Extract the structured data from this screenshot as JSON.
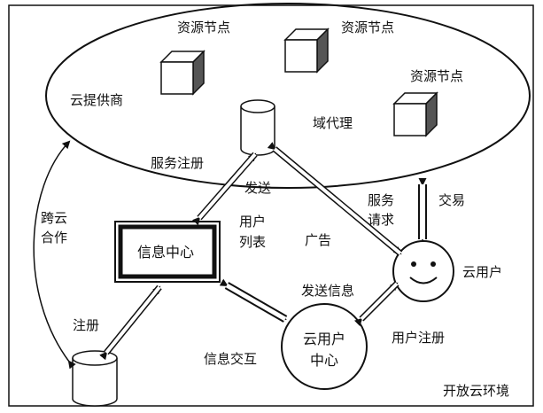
{
  "diagram": {
    "labels": {
      "resource_node_1": "资源节点",
      "resource_node_2": "资源节点",
      "resource_node_3": "资源节点",
      "cloud_provider": "云提供商",
      "domain_proxy": "域代理",
      "service_register": "服务注册",
      "send": "发送",
      "user_list_1": "用户",
      "user_list_2": "列表",
      "ad": "广告",
      "service_request_1": "服务",
      "service_request_2": "请求",
      "trade": "交易",
      "info_center": "信息中心",
      "cloud_user": "云用户",
      "send_info": "发送信息",
      "user_register": "用户注册",
      "user_center_1": "云用户",
      "user_center_2": "中心",
      "info_exchange": "信息交互",
      "register": "注册",
      "cross_cloud_1": "跨云",
      "cross_cloud_2": "合作",
      "open_cloud_env": "开放云环境"
    }
  }
}
